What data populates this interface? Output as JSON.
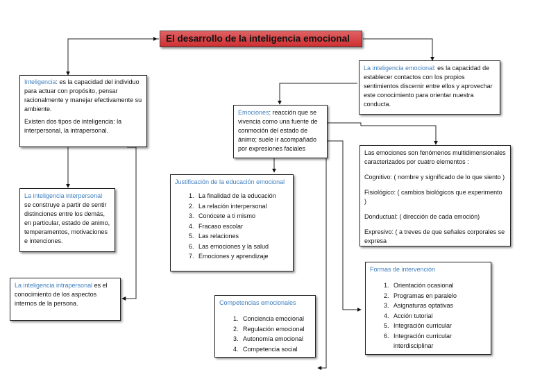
{
  "title": "El desarrollo de la inteligencia emocional",
  "inteligencia": {
    "term": "Inteligencia",
    "def": ": es la capacidad del individuo para actuar con propósito, pensar racionalmente y manejar efectivamente su ambiente.",
    "extra": "Existen dos tipos de inteligencia: la interpersonal, la intrapersonal."
  },
  "interpersonal": {
    "term": "La inteligencia interpersonal",
    "def": "se construye a partir de sentir distinciones entre los demás, en particular, estado de animo, temperamentos, motivaciones e intenciones."
  },
  "intrapersonal": {
    "term": "La inteligencia intrapersonal",
    "def": " es el conocimiento de los aspectos internos de la persona."
  },
  "emocional": {
    "term": "La inteligencia emocional",
    "def": ": es la capacidad de establecer contactos con los propios sentimientos discernir entre ellos y aprovechar este conocimiento para orientar nuestra conducta."
  },
  "emociones": {
    "term": "Emociones",
    "def": ": reacción que se vivencia como una fuente de conmoción del estado de ánimo; suele ir acompañado por expresiones faciales"
  },
  "multidim": {
    "intro": "Las emociones son fenómenos multidimensionales caracterizados por cuatro elementos :",
    "items": [
      "Cognitivo: ( nombre y significado de lo que siento )",
      "Fisiológico: ( cambios biológicos que experimento )",
      "Donductual: ( dirección de cada emoción)",
      "Expresivo: ( a treves de que señales corporales se expresa"
    ]
  },
  "justificacion": {
    "heading": "Justificación de la educación emocional",
    "items": [
      "La finalidad de la educación",
      "La relación interpersonal",
      "Conócete a ti mismo",
      "Fracaso escolar",
      "Las relaciones",
      "Las emociones y la salud",
      "Emociones y aprendizaje"
    ]
  },
  "formas": {
    "heading": "Formas de intervención",
    "items": [
      "Orientación ocasional",
      "Programas en paralelo",
      "Asignaturas optativas",
      "Acción tutorial",
      "Integración curricular",
      "Integración curricular interdisciplinar"
    ]
  },
  "competencias": {
    "heading": "Competencias emocionales",
    "items": [
      "Conciencia emocional",
      "Regulación emocional",
      "Autonomía emocional",
      "Competencia social"
    ]
  },
  "colors": {
    "title_bg": "#d93b3e",
    "highlight": "#3f7fbf",
    "border": "#222222"
  }
}
